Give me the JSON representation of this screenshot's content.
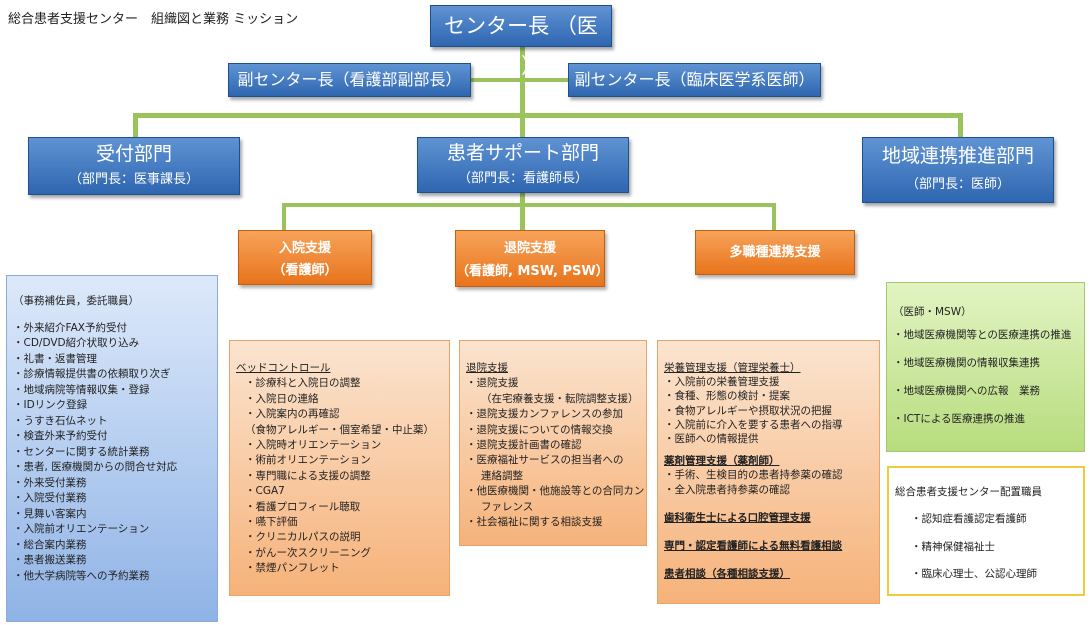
{
  "page_title": "総合患者支援センター　組織図と業務 ミッション",
  "top": {
    "label": "センター長 （医師）"
  },
  "vice": [
    {
      "label": "副センター長（看護部副部長）"
    },
    {
      "label": "副センター長（臨床医学系医師）"
    }
  ],
  "departments": [
    {
      "name": "受付部門",
      "head": "（部門長：医事課長）"
    },
    {
      "name": "患者サポート部門",
      "head": "（部門長：看護師長）"
    },
    {
      "name": "地域連携推進部門",
      "head": "（部門長：医師）"
    }
  ],
  "support_units": [
    {
      "name": "入院支援",
      "staff": "（看護師）"
    },
    {
      "name": "退院支援",
      "staff": "（看護師, MSW, PSW）"
    },
    {
      "name": "多職種連携支援"
    }
  ],
  "reception_panel": {
    "header": "（事務補佐員，委託職員）",
    "items": [
      "・外来紹介FAX予約受付",
      "・CD/DVD紹介状取り込み",
      "・礼書・返書管理",
      "・診療情報提供書の依頼取り次ぎ",
      "・地域病院等情報収集・登録",
      "・IDリンク登録",
      "・うすき石仏ネット",
      "・検査外来予約受付",
      "・センターに関する統計業務",
      "・患者, 医療機関からの問合せ対応",
      "・外来受付業務",
      "・入院受付業務",
      "・見舞い客案内",
      "・入院前オリエンテーション",
      "・総合案内業務",
      "・患者搬送業務",
      "・他大学病院等への予約業務"
    ]
  },
  "admission_panel": {
    "heading": "ベッドコントロール",
    "items": [
      "・診療科と入院日の調整",
      "・入院日の連絡",
      "・入院案内の再確認",
      "（食物アレルギー・個室希望・中止薬）",
      "・入院時オリエンテーション",
      "・術前オリエンテーション",
      "・専門職による支援の調整",
      "・CGA7",
      "・看護プロフィール聴取",
      "・嚥下評価",
      "・クリニカルパスの説明",
      "・がんー次スクリーニング",
      "・禁煙パンフレット"
    ]
  },
  "discharge_panel": {
    "heading": "退院支援",
    "items": [
      "・退院支援",
      "（在宅療養支援・転院調整支援）",
      "・退院支援カンファレンスの参加",
      "・退院支援についての情報交換",
      "・退院支援計画書の確認",
      "・医療福祉サービスの担当者への",
      "連絡調整",
      "・他医療機関・他施設等との合同カン",
      "ファレンス",
      "・社会福祉に関する相談支援"
    ]
  },
  "multi_panel": {
    "nutrition": {
      "heading": "栄養管理支援（管理栄養士）",
      "items": [
        "・入院前の栄養管理支援",
        "・食種、形態の検討・提案",
        "・食物アレルギーや摂取状況の把握",
        "・入院前に介入を要する患者への指導",
        "・医師への情報提供"
      ]
    },
    "pharmacy": {
      "heading": "薬剤管理支援（薬剤師）",
      "items": [
        "・手術、生検目的の患者持参薬の確認",
        "・全入院患者持参薬の確認"
      ]
    },
    "extra": [
      "歯科衛生士による口腔管理支援",
      "専門・認定看護師による無料看護相談",
      "患者相談（各種相談支援）"
    ]
  },
  "regional_panel": {
    "header": "（医師・MSW）",
    "items": [
      "・地域医療機関等との医療連携の推進",
      "・地域医療機関の情報収集連携",
      "・地域医療機関への広報　業務",
      "・ICTによる医療連携の推進"
    ]
  },
  "staff_panel": {
    "title": "総合患者支援センター配置職員",
    "items": [
      "・認知症看護認定看護師",
      "・精神保健福祉士",
      "・臨床心理士、公認心理師"
    ]
  }
}
